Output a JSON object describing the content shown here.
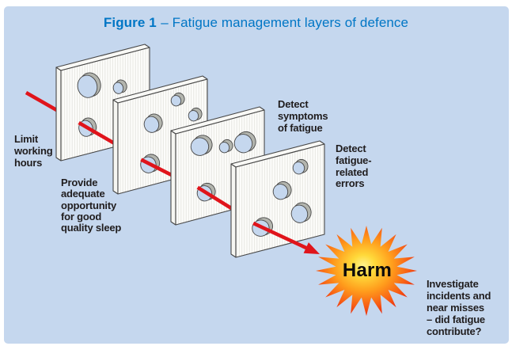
{
  "title": {
    "figure_label": "Figure 1",
    "text": "– Fatigue management layers of defence"
  },
  "labels": {
    "limit": "Limit\nworking\nhours",
    "sleep": "Provide\nadequate\nopportunity\nfor good\nquality sleep",
    "symptoms": "Detect\nsymptoms\nof fatigue",
    "errors": "Detect\nfatigue-\nrelated\nerrors",
    "investigate": "Investigate\nincidents and\nnear misses\n– did fatigue\ncontribute?"
  },
  "harm": {
    "label": "Harm"
  },
  "colors": {
    "background_blue": "#c5d7ee",
    "title_blue": "#0076c5",
    "arrow_red": "#e0141b",
    "slice_fill": "#fdfdfb",
    "slice_stripe": "#e6e6e1",
    "slice_outline": "#474747",
    "hole_wall_grey": "#b3b5ae",
    "label_text": "#201d1e",
    "star_core": "#fff48c",
    "star_yellow": "#ffd93a",
    "star_orange": "#ff9c1c",
    "star_deep_orange": "#f75d15",
    "star_red": "#e8250c",
    "harm_text": "#0d0b0b"
  }
}
